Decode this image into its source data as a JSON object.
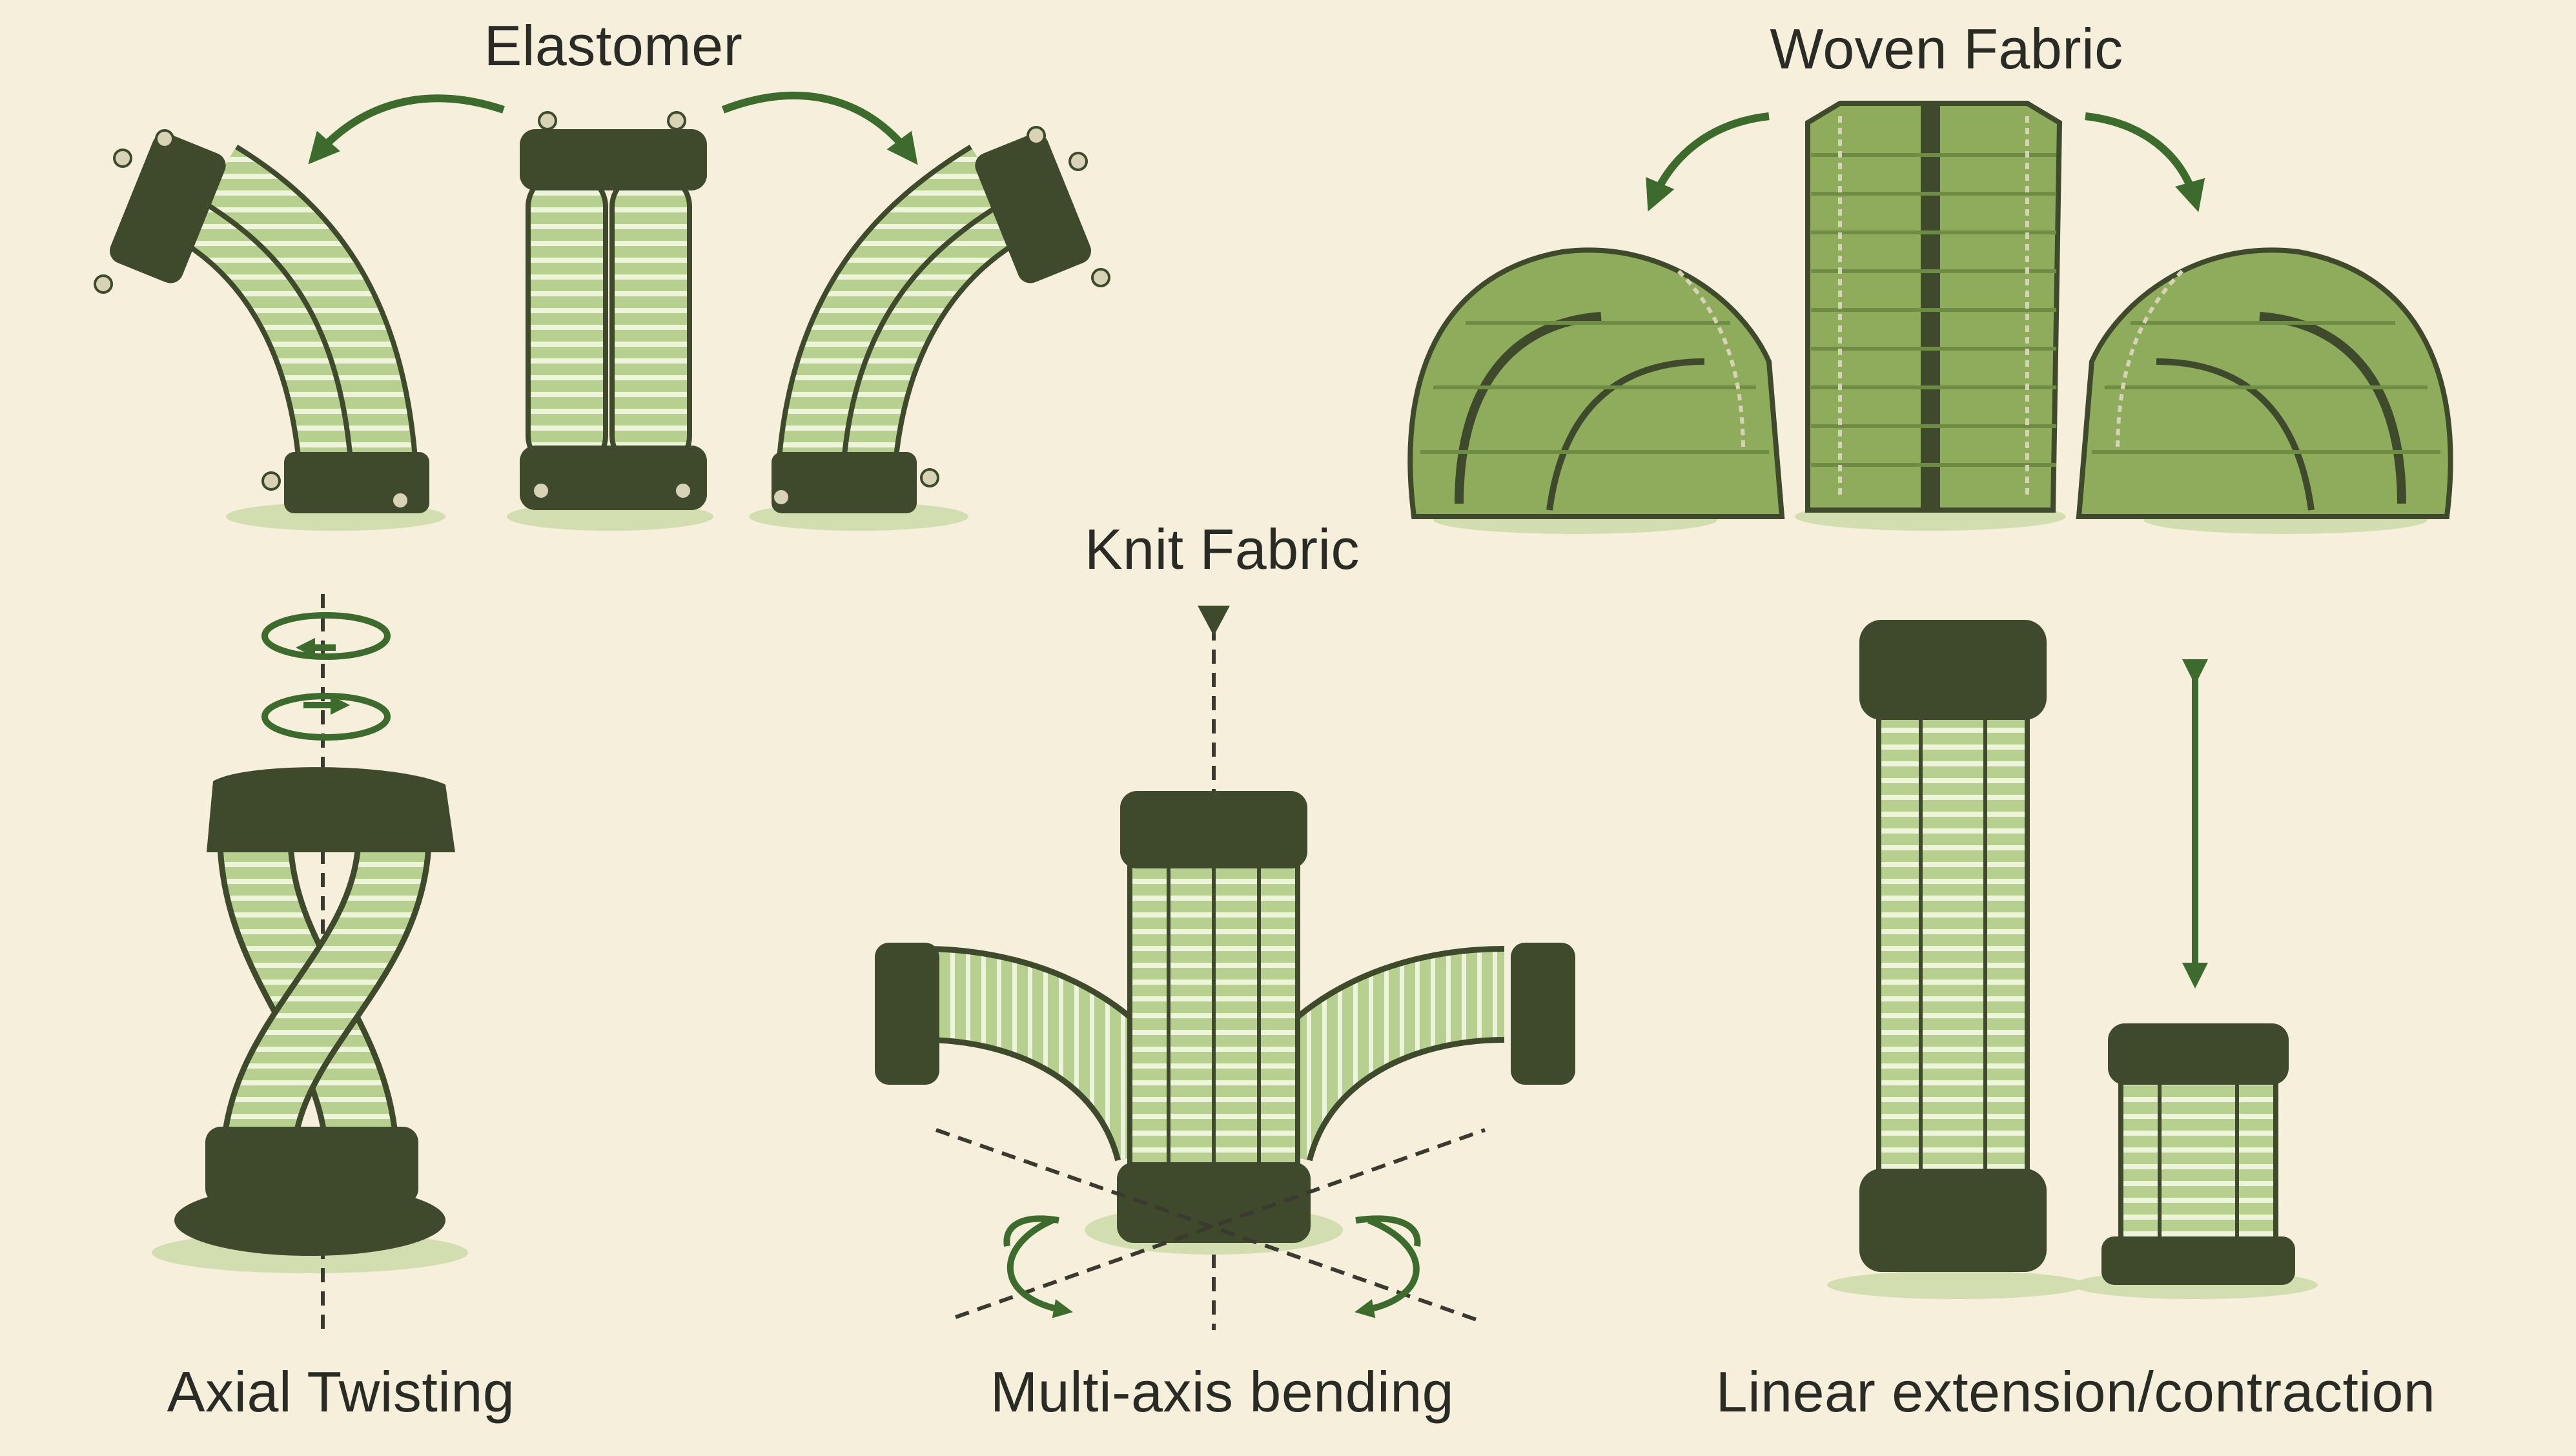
{
  "labels": {
    "elastomer": "Elastomer",
    "woven_fabric": "Woven Fabric",
    "knit_fabric": "Knit Fabric",
    "axial_twisting": "Axial Twisting",
    "multi_axis_bending": "Multi-axis bending",
    "linear_extension": "Linear extension/contraction"
  },
  "colors": {
    "background": "#f6efdc",
    "tube_light": "#b7d08f",
    "tube_stripe": "#eef4da",
    "cap_dark": "#3f4a2c",
    "arrow": "#3d6b2e",
    "shadow": "#d2deb0",
    "fabric": "#8fac5c"
  }
}
